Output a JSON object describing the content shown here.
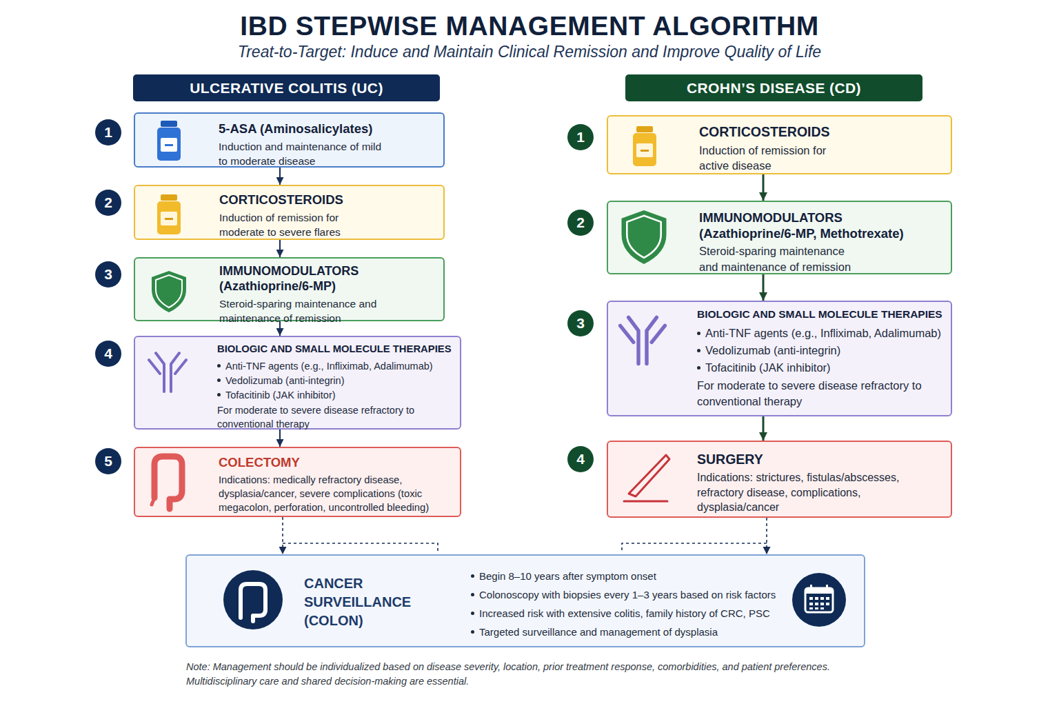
{
  "diagram": {
    "title": "IBD STEPWISE MANAGEMENT ALGORITHM",
    "nodes": [
      {
        "text": [
          "ULCERATIVE COLITIS (UC)"
        ]
      },
      {
        "text": [
          "5-ASA (Aminosalicylates)",
          "Induction and maintenance of mild to moderate disease"
        ]
      },
      {
        "text": [
          "CORTICOSTEROIDS",
          "Induction of remission for moderate to severe flares"
        ]
      },
      {
        "text": [
          "IMMUNOMODULATORS (Azathioprine/6-MP)",
          "Steroid-sparing maintenance and maintenance of remission"
        ]
      },
      {
        "text": [
          "BIOLOGIC AND SMALL MOLECULE THERAPIES",
          "Anti-TNF agents (e.g., Infliximab, Adalimumab)",
          "Vedolizumab (anti-integrin)",
          "Tofacitinib (JAK inhibitor)",
          "For moderate to severe disease refractory to conventional therapy"
        ]
      },
      {
        "text": [
          "COLECTOMY",
          "Indications: medically refractory disease, dysplasia/cancer, severe complications (toxic megacolon, perforation, uncontrolled bleeding)"
        ]
      },
      {
        "text": [
          "CROHN’S DISEASE (CD)"
        ]
      },
      {
        "text": [
          "CORTICOSTEROIDS",
          "Induction of remission for active disease"
        ]
      },
      {
        "text": [
          "IMMUNOMODULATORS (Azathioprine/6-MP, Methotrexate)",
          "Steroid-sparing maintenance and maintenance of remission"
        ]
      },
      {
        "text": [
          "BIOLOGIC AND SMALL MOLECULE THERAPIES",
          "Anti-TNF agents (e.g., Infliximab, Adalimumab)",
          "Vedolizumab (anti-integrin)",
          "Tofacitinib (JAK inhibitor)",
          "For moderate to severe disease refractory to conventional therapy"
        ]
      },
      {
        "text": [
          "SURGERY",
          "Indications: strictures, fistulas/abscesses, refractory disease, complications, dysplasia/cancer"
        ]
      },
      {
        "text": [
          "CANCER SURVEILLANCE (COLON)",
          "Begin 8–10 years after symptom onset",
          "Colonoscopy with biopsies every 1–3 years based on risk factors",
          "Increased risk with extensive colitis, family history of CRC, PSC",
          "Targeted surveillance and management of dysplasia"
        ]
      }
    ],
    "edges": [
      {
        "from": 1,
        "to": 2,
        "arrow": "to"
      },
      {
        "from": 2,
        "to": 3,
        "arrow": "to"
      },
      {
        "from": 3,
        "to": 4,
        "arrow": "to"
      },
      {
        "from": 4,
        "to": 5,
        "arrow": "to"
      },
      {
        "from": 7,
        "to": 8,
        "arrow": "to"
      },
      {
        "from": 8,
        "to": 9,
        "arrow": "to"
      },
      {
        "from": 9,
        "to": 10,
        "arrow": "to"
      },
      {
        "from": 5,
        "to": 11,
        "arrow": "to"
      },
      {
        "from": 10,
        "to": 11,
        "arrow": "to"
      }
    ],
    "labels": [
      "Treat-to-Target: Induce and Maintain Clinical Remission and Improve Quality of Life",
      "1",
      "2",
      "3",
      "4",
      "5",
      "1",
      "2",
      "3",
      "4",
      "Note: Management should be individualized based on disease severity, location, prior treatment response, comorbidities, and patient preferences. Multidisciplinary care and shared decision-making are essential."
    ]
  }
}
